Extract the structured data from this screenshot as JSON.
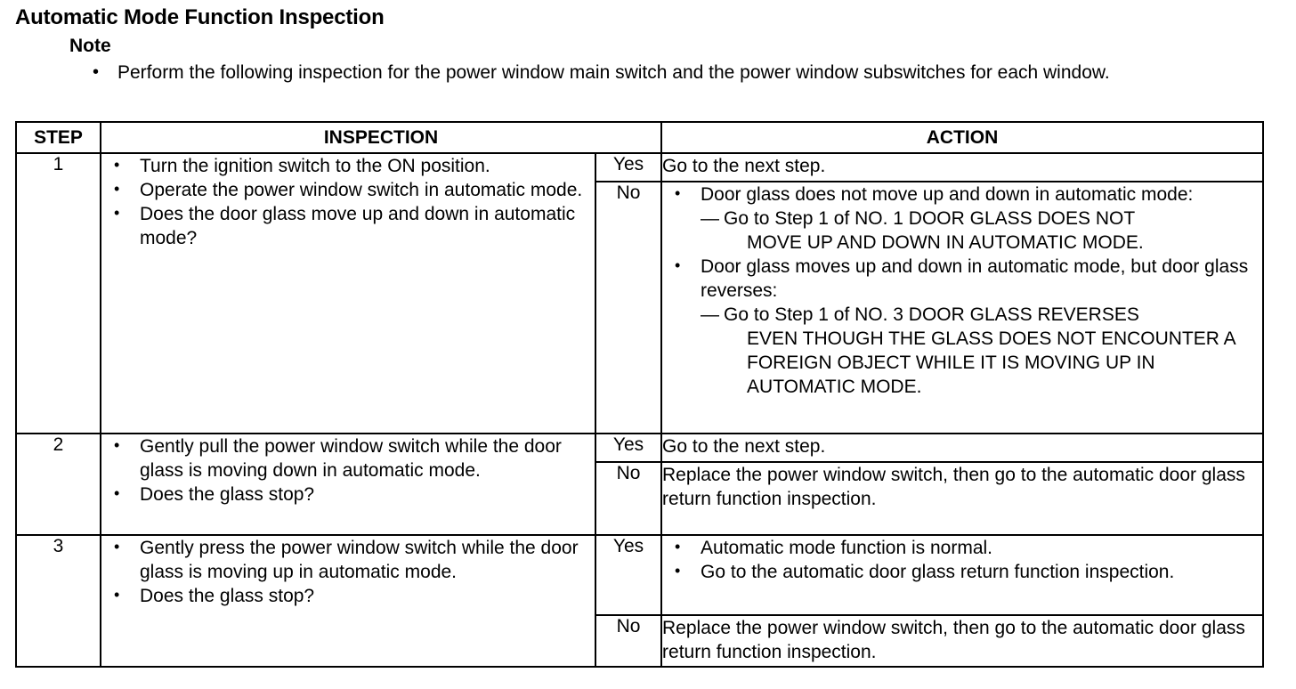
{
  "document": {
    "title": "Automatic Mode Function Inspection",
    "note_label": "Note",
    "note_bullet": "•",
    "note_text": "Perform the following inspection for the power window main switch and the power window subswitches for each window."
  },
  "table": {
    "headers": {
      "step": "STEP",
      "inspection": "INSPECTION",
      "action": "ACTION"
    },
    "rows": [
      {
        "step": "1",
        "inspection": [
          "Turn the ignition switch to the ON position.",
          "Operate the power window switch in automatic mode.",
          "Does the door glass move up and down in automatic mode?"
        ],
        "yes_label": "Yes",
        "yes_action": "Go to the next step.",
        "no_label": "No",
        "no_action_bullets": [
          {
            "lead": "Door glass does not move up and down in automatic mode:",
            "dash": "Go to Step 1 of NO. 1 DOOR GLASS DOES NOT",
            "dash_cont": "MOVE UP AND DOWN IN AUTOMATIC MODE."
          },
          {
            "lead": "Door glass moves up and down in automatic mode, but door glass reverses:",
            "dash": "Go to Step 1 of NO. 3 DOOR GLASS REVERSES",
            "dash_cont": "EVEN THOUGH THE GLASS DOES NOT ENCOUNTER A FOREIGN OBJECT WHILE IT IS MOVING UP IN AUTOMATIC MODE."
          }
        ]
      },
      {
        "step": "2",
        "inspection": [
          "Gently pull the power window switch while the door glass is moving down in automatic mode.",
          "Does the glass stop?"
        ],
        "yes_label": "Yes",
        "yes_action": "Go to the next step.",
        "no_label": "No",
        "no_action": "Replace the power window switch, then go to the automatic door glass return function inspection."
      },
      {
        "step": "3",
        "inspection": [
          "Gently press the power window switch while the door glass is moving up in automatic mode.",
          "Does the glass stop?"
        ],
        "yes_label": "Yes",
        "yes_action_bullets": [
          "Automatic mode function is normal.",
          "Go to the automatic door glass return function inspection."
        ],
        "no_label": "No",
        "no_action": "Replace the power window switch, then go to the automatic door glass return function inspection."
      }
    ]
  }
}
